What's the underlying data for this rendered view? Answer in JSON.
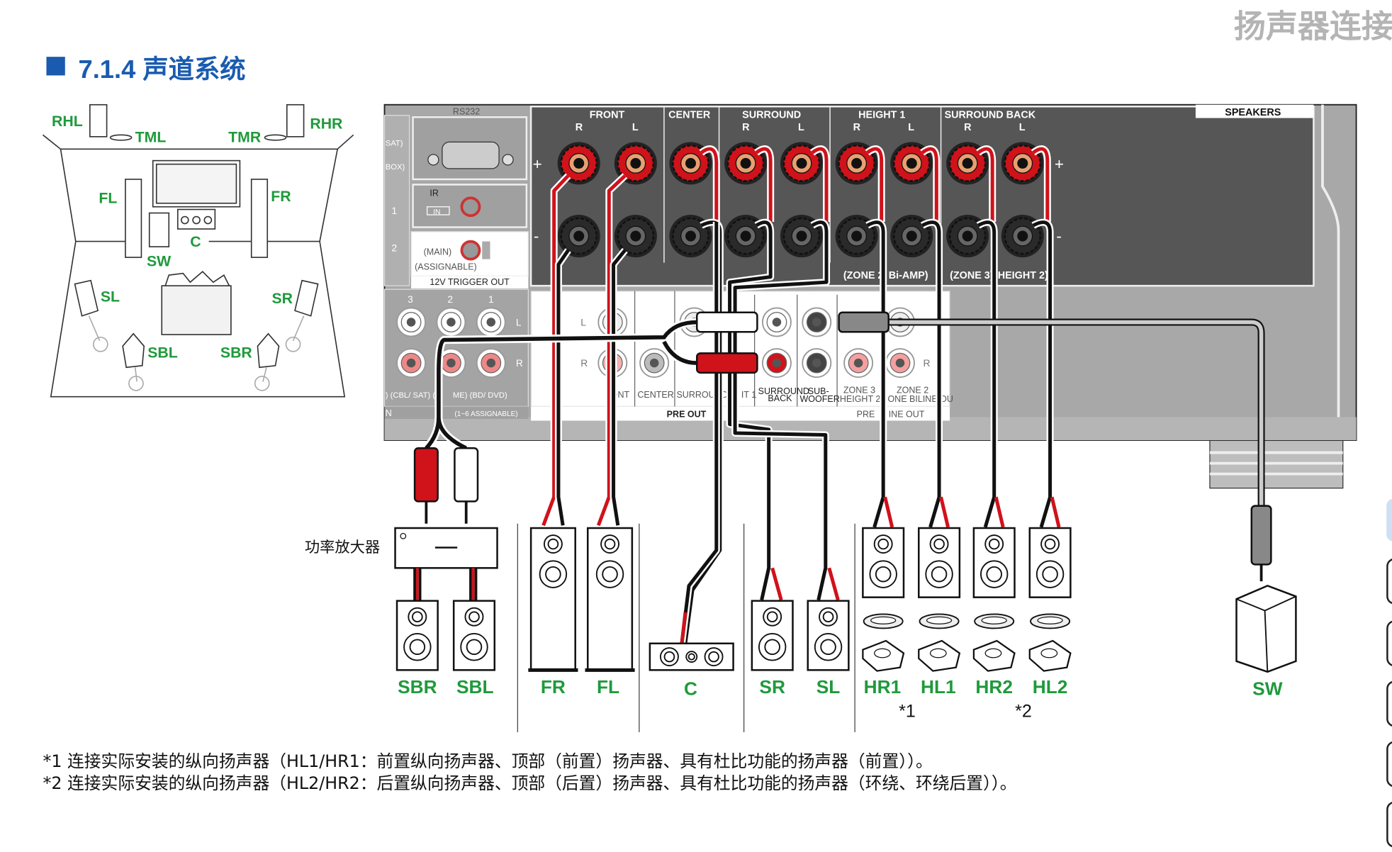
{
  "header": {
    "section_title": "扬声器连接",
    "page_title": "7.1.4 声道系统"
  },
  "room": {
    "rhl": "RHL",
    "tml": "TML",
    "tmr": "TMR",
    "rhr": "RHR",
    "fl": "FL",
    "fr": "FR",
    "c": "C",
    "sw": "SW",
    "sl": "SL",
    "sr": "SR",
    "sbl": "SBL",
    "sbr": "SBR"
  },
  "receiver": {
    "rs232": "RS232",
    "ir": "IR",
    "ir_in": "IN",
    "trigger_1": "1",
    "trigger_2": "2",
    "main": "(MAIN)",
    "assignable": "(ASSIGNABLE)",
    "trigger_out": "12V TRIGGER OUT",
    "sat_partial": "SAT)",
    "box_partial": "BOX)",
    "input_nums": [
      "3",
      "2",
      "1"
    ],
    "l": "L",
    "r": "R",
    "input_labels": ") (CBL/ SAT) (",
    "input_labels_2": "ME) (BD/ DVD)",
    "in_partial": "N",
    "one_six_assignable": "(1~6 ASSIGNABLE)",
    "speaker_groups": {
      "front": "FRONT",
      "center": "CENTER",
      "surround": "SURROUND",
      "height1": "HEIGHT 1",
      "surround_back": "SURROUND BACK",
      "speakers": "SPEAKERS"
    },
    "plus": "+",
    "minus": "-",
    "zone2_biamp_a": "(ZONE 2",
    "zone2_biamp_b": "Bi-AMP)",
    "zone3": "(ZONE 3)",
    "height2": "HEIGHT 2)",
    "preout": {
      "front": "ONT",
      "center": "CENTER",
      "surround": "SURROUND",
      "it1": "IT 1",
      "surround_back_1": "SURROUND",
      "surround_back_2": "BACK",
      "sub_1": "SUB-",
      "sub_2": "WOOFER",
      "zone3": "ZONE 3",
      "height2": "HEIGHT 2",
      "zone2": "ZONE 2",
      "zone_biline": "ONE BILINE OU",
      "pre_out": "PRE OUT",
      "pre": "PRE",
      "line_out": "INE OUT"
    }
  },
  "amplifier_label": "功率放大器",
  "speakers": [
    "SBR",
    "SBL",
    "FR",
    "FL",
    "C",
    "SR",
    "SL",
    "HR1",
    "HL1",
    "HR2",
    "HL2",
    "SW"
  ],
  "footnote_marks": [
    "*1",
    "*2"
  ],
  "notes": [
    "*1 连接实际安装的纵向扬声器（HL1/HR1：前置纵向扬声器、顶部（前置）扬声器、具有杜比功能的扬声器（前置））。",
    "*2 连接实际安装的纵向扬声器（HL2/HR2：后置纵向扬声器、顶部（后置）扬声器、具有杜比功能的扬声器（环绕、环绕后置））。"
  ],
  "colors": {
    "title_blue": "#1a5bb0",
    "speaker_label_green": "#1f9a3c",
    "terminal_red": "#d0121b",
    "panel_dark": "#565656",
    "chassis_gray": "#a8a8a8"
  }
}
